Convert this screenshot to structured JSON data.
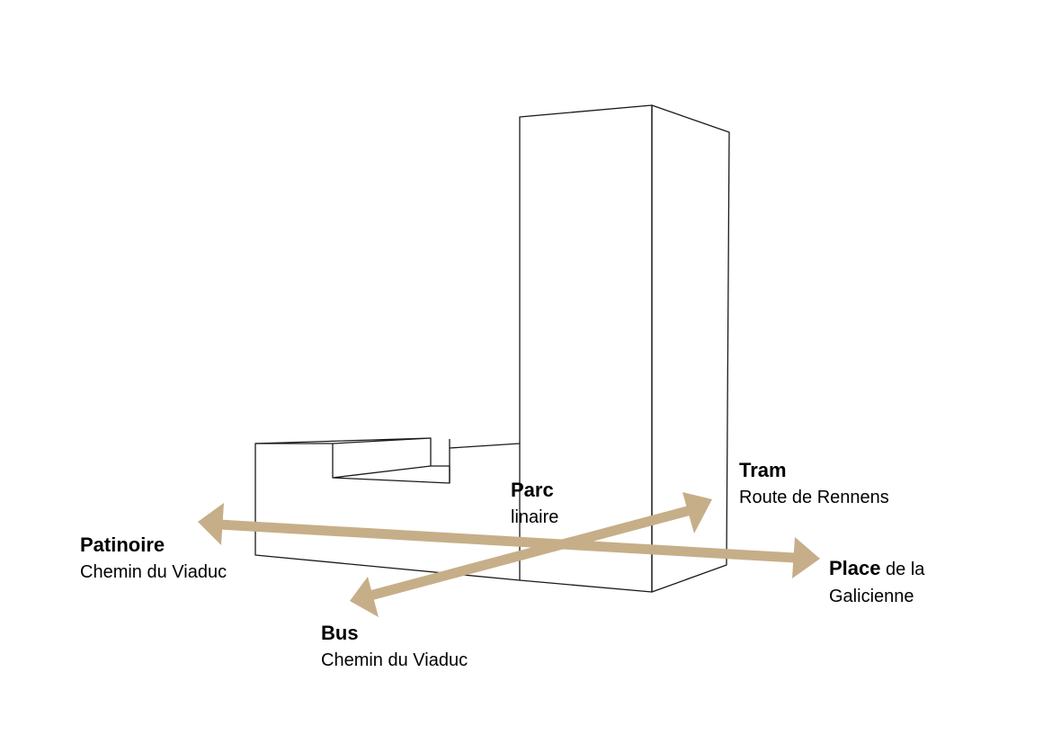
{
  "colors": {
    "arrow": "#c6ae88",
    "outline": "#1a1a1a",
    "background": "#ffffff"
  },
  "labels": {
    "tram": {
      "title": "Tram",
      "subtitle": "Route de Rennens"
    },
    "parc": {
      "title": "Parc",
      "subtitle": "linaire"
    },
    "patinoire": {
      "title": "Patinoire",
      "subtitle": "Chemin du Viaduc"
    },
    "place": {
      "title": "Place",
      "suffix": " de la",
      "subtitle": "Galicienne"
    },
    "bus": {
      "title": "Bus",
      "subtitle": "Chemin du Viaduc"
    }
  }
}
